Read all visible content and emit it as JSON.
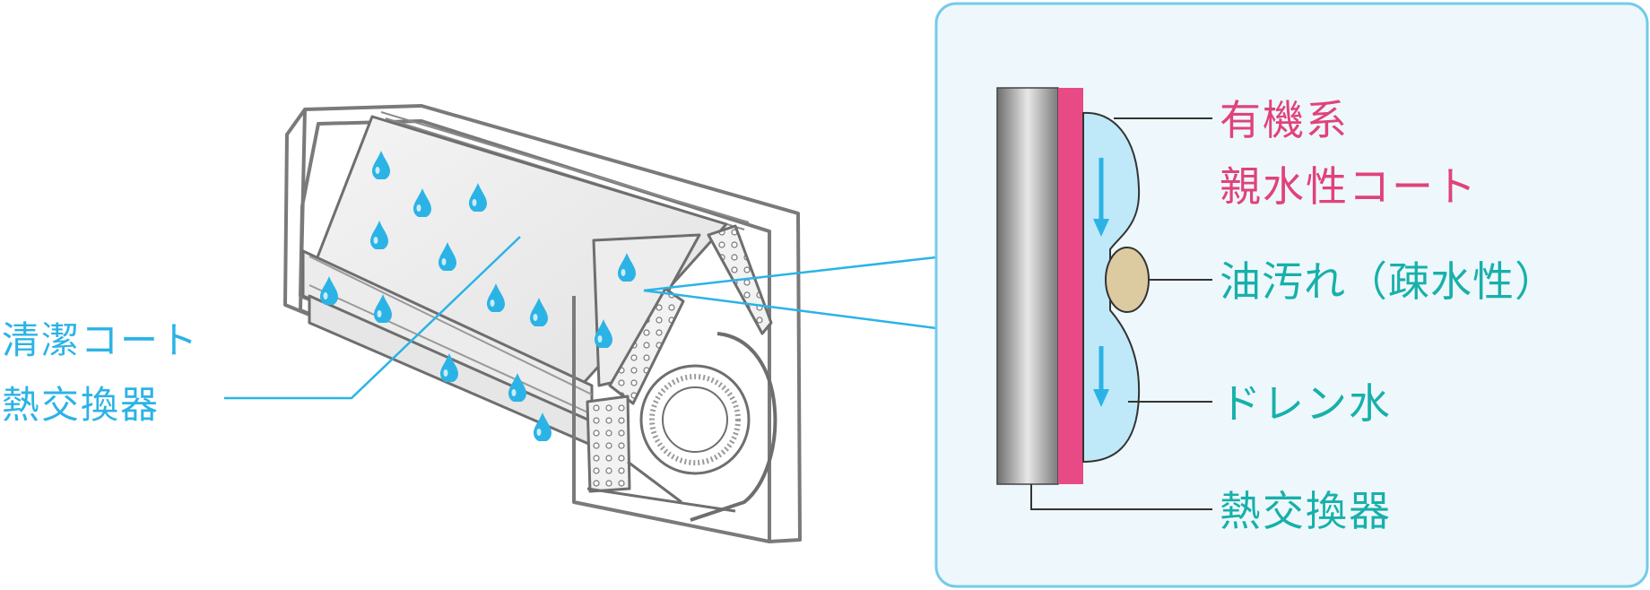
{
  "left_callout": {
    "line1": "清潔コート",
    "line2": "熱交換器"
  },
  "detail_panel": {
    "labels": {
      "organic_coat_line1": "有機系",
      "organic_coat_line2": "親水性コート",
      "oil_stain": "油汚れ（疎水性）",
      "drain_water": "ドレン水",
      "heat_exchanger": "熱交換器"
    }
  },
  "colors": {
    "accent_cyan": "#2bb3e6",
    "label_pink": "#e0427a",
    "label_teal": "#18b0aa",
    "coat_pink": "#e84a85",
    "panel_bg": "#eef8fc",
    "panel_border": "#74cbe9",
    "water_fill": "#bfe9f8",
    "oil_fill": "#dccaa0",
    "outline_gray": "#6b6b6b"
  },
  "icons": [
    "water-drop-icon",
    "down-arrow-icon"
  ]
}
